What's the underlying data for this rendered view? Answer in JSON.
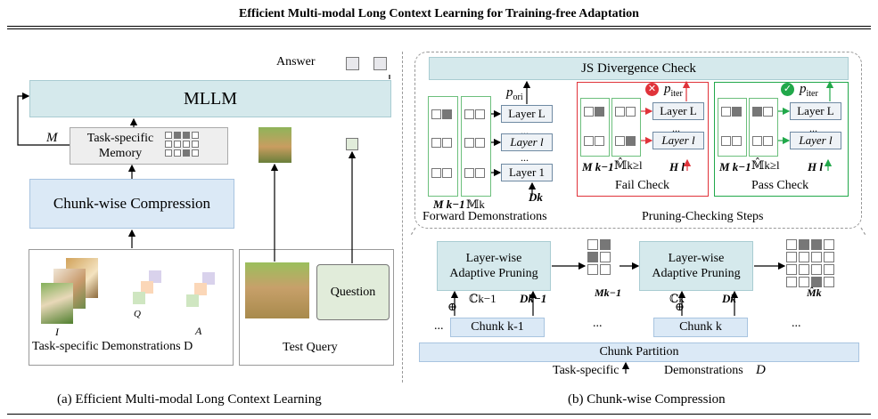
{
  "title": "Efficient Multi-modal Long Context Learning for Training-free Adaptation",
  "left": {
    "answer_label": "Answer",
    "mllm_label": "MLLM",
    "m_label": "M",
    "memory_label_1": "Task-specific",
    "memory_label_2": "Memory",
    "compression_label": "Chunk-wise Compression",
    "i_label": "I",
    "q_label": "Q",
    "a_label": "A",
    "demos_label": "Task-specific Demonstrations D",
    "question_label": "Question",
    "test_query_label": "Test Query",
    "caption": "(a) Efficient Multi-modal Long Context Learning"
  },
  "right": {
    "js_label": "JS Divergence Check",
    "p_ori": "p",
    "p_ori_sub": "ori",
    "p_iter": "p",
    "p_iter_sub": "iter",
    "layer_L": "Layer L",
    "layer_l": "Layer l",
    "layer_1": "Layer 1",
    "dots": "...",
    "m_k1": "M k−1",
    "mbb_k": "𝕄k",
    "mhat": "𝕄̂k≥l",
    "h_l": "H l",
    "d_k": "Dk",
    "fail_check": "Fail Check",
    "pass_check": "Pass Check",
    "forward_demos": "Forward Demonstrations",
    "pruning_steps": "Pruning-Checking Steps",
    "lap_label_1": "Layer-wise",
    "lap_label_2": "Adaptive Pruning",
    "c_k1": "ℂk−1",
    "d_k1": "Dk−1",
    "c_k": "ℂk",
    "d_k_b": "Dk",
    "mk1_b": "Mk−1",
    "mhat_k": "M̂k",
    "chunk_k1": "Chunk k-1",
    "chunk_k": "Chunk k",
    "chunk_partition": "Chunk Partition",
    "task_demos": "Task-specific",
    "demonstrations": "Demonstrations",
    "d_label": "D",
    "caption": "(b) Chunk-wise Compression"
  },
  "colors": {
    "blue": "#dbe9f6",
    "teal": "#d5e9ec",
    "red": "#e0333a",
    "green": "#21a84a"
  }
}
